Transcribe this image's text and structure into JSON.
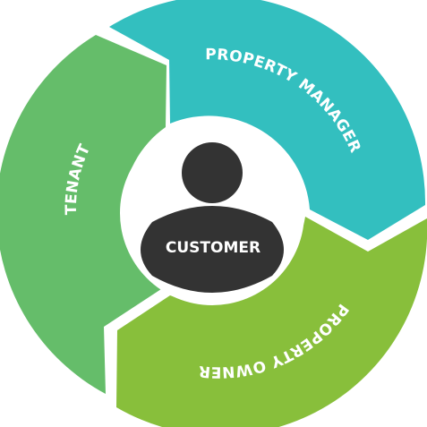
{
  "diagram": {
    "center": {
      "label": "CUSTOMER",
      "icon": "person-icon"
    },
    "segments": [
      {
        "label": "PROPERTY MANAGER",
        "color": "#33bfbf"
      },
      {
        "label": "PROPERTY OWNER",
        "color": "#88bf3b"
      },
      {
        "label": "TENANT",
        "color": "#65bd6a"
      }
    ],
    "colors": {
      "center_fill": "#ffffff",
      "person_fill": "#333333",
      "text": "#ffffff"
    }
  }
}
